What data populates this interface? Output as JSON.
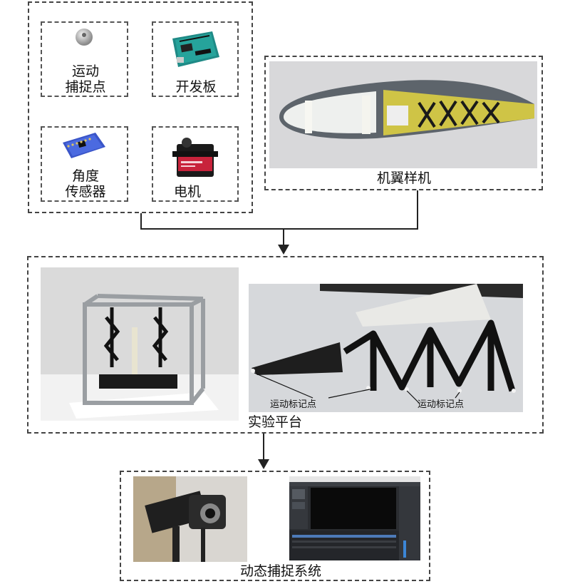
{
  "components": {
    "marker": [
      "运动",
      "捕捉点"
    ],
    "board": "开发板",
    "sensor": [
      "角度",
      "传感器"
    ],
    "motor": "电机"
  },
  "wing_sample": "机翼样机",
  "platform": {
    "title": "实验平台",
    "marker_label_left": "运动标记点",
    "marker_label_right": "运动标记点"
  },
  "capture_system": "动态捕捉系统"
}
